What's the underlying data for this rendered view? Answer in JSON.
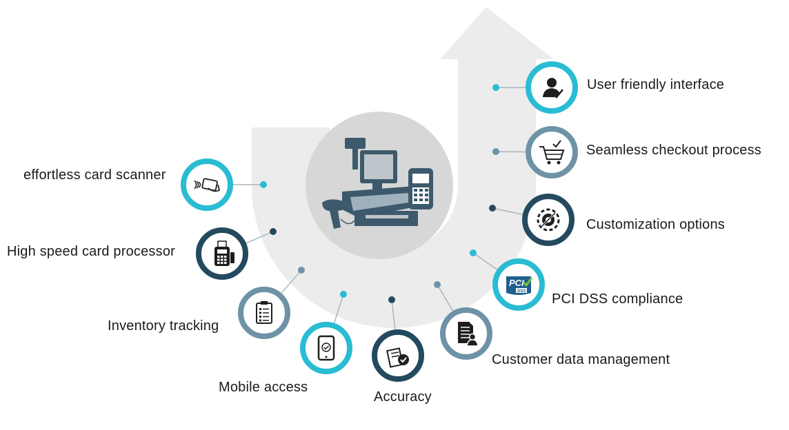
{
  "colors": {
    "cyan": "#29bcd3",
    "slate": "#6e93a7",
    "navy": "#234a5e",
    "arrow": "#ececec",
    "center": "#d7d7d7",
    "icon": "#1e1e1e"
  },
  "center_icon": "pos-terminal-icon",
  "features": [
    {
      "id": "user-friendly-interface",
      "label": "User friendly interface",
      "icon": "user-check-icon",
      "ring": "cyan"
    },
    {
      "id": "seamless-checkout-process",
      "label": "Seamless checkout process",
      "icon": "cart-check-icon",
      "ring": "slate"
    },
    {
      "id": "customization-options",
      "label": "Customization options",
      "icon": "gear-wrench-icon",
      "ring": "navy"
    },
    {
      "id": "pci-dss-compliance",
      "label": "PCI DSS compliance",
      "icon": "pci-dss-logo-icon",
      "ring": "cyan",
      "badge_text": "PCI",
      "badge_sub": "DSS"
    },
    {
      "id": "customer-data-management",
      "label": "Customer data management",
      "icon": "document-user-icon",
      "ring": "slate"
    },
    {
      "id": "accuracy",
      "label": "Accuracy",
      "icon": "receipt-check-icon",
      "ring": "navy"
    },
    {
      "id": "mobile-access",
      "label": "Mobile access",
      "icon": "tablet-check-icon",
      "ring": "cyan"
    },
    {
      "id": "inventory-tracking",
      "label": "Inventory tracking",
      "icon": "clipboard-list-icon",
      "ring": "slate"
    },
    {
      "id": "high-speed-card-processor",
      "label": "High speed card processor",
      "icon": "card-terminal-icon",
      "ring": "navy"
    },
    {
      "id": "effortless-card-scanner",
      "label": "effortless card scanner",
      "icon": "contactless-card-icon",
      "ring": "cyan"
    }
  ]
}
